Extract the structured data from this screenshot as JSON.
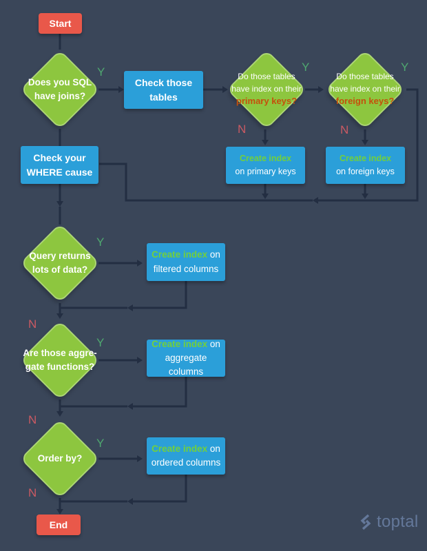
{
  "labels": {
    "yes": "Y",
    "no": "N"
  },
  "colors": {
    "background": "#3a4659",
    "connector": "#232e42",
    "diamond_green": "#8dc63f",
    "action_blue": "#2b9fd9",
    "terminal_red": "#e9584a",
    "yes_label": "#4fa870",
    "no_label": "#cb5a63",
    "highlight_orange": "#c5500c",
    "highlight_green": "#72d03d",
    "brand": "#64789a"
  },
  "nodes": {
    "start": {
      "label": "Start"
    },
    "q_joins": {
      "line1": "Does you SQL",
      "line2": "have joins?"
    },
    "check_tables": {
      "line1": "Check those",
      "line2": "tables"
    },
    "q_primary": {
      "line1": "Do those tables",
      "line2": "have index on their",
      "line3": "primary keys?"
    },
    "q_foreign": {
      "line1": "Do those tables",
      "line2": "have index on their",
      "line3": "foreign keys?"
    },
    "create_primary": {
      "green": "Create index",
      "line2": "on primary keys"
    },
    "create_foreign": {
      "green": "Create index",
      "line2": "on foreign keys"
    },
    "check_where": {
      "line1": "Check your",
      "line2": "WHERE cause"
    },
    "q_lots_data": {
      "line1": "Query returns",
      "line2": "lots of data?"
    },
    "create_filtered": {
      "green": "Create index",
      "after": " on",
      "line2": "filtered columns"
    },
    "q_aggregate": {
      "line1": "Are those aggre-",
      "line2": "gate functions?"
    },
    "create_aggregate": {
      "green": "Create index",
      "after": " on",
      "line2": "aggregate columns"
    },
    "q_order": {
      "line1": "Order by?"
    },
    "create_ordered": {
      "green": "Create index",
      "after": " on",
      "line2": "ordered columns"
    },
    "end": {
      "label": "End"
    }
  },
  "footer": {
    "brand": "toptal"
  }
}
